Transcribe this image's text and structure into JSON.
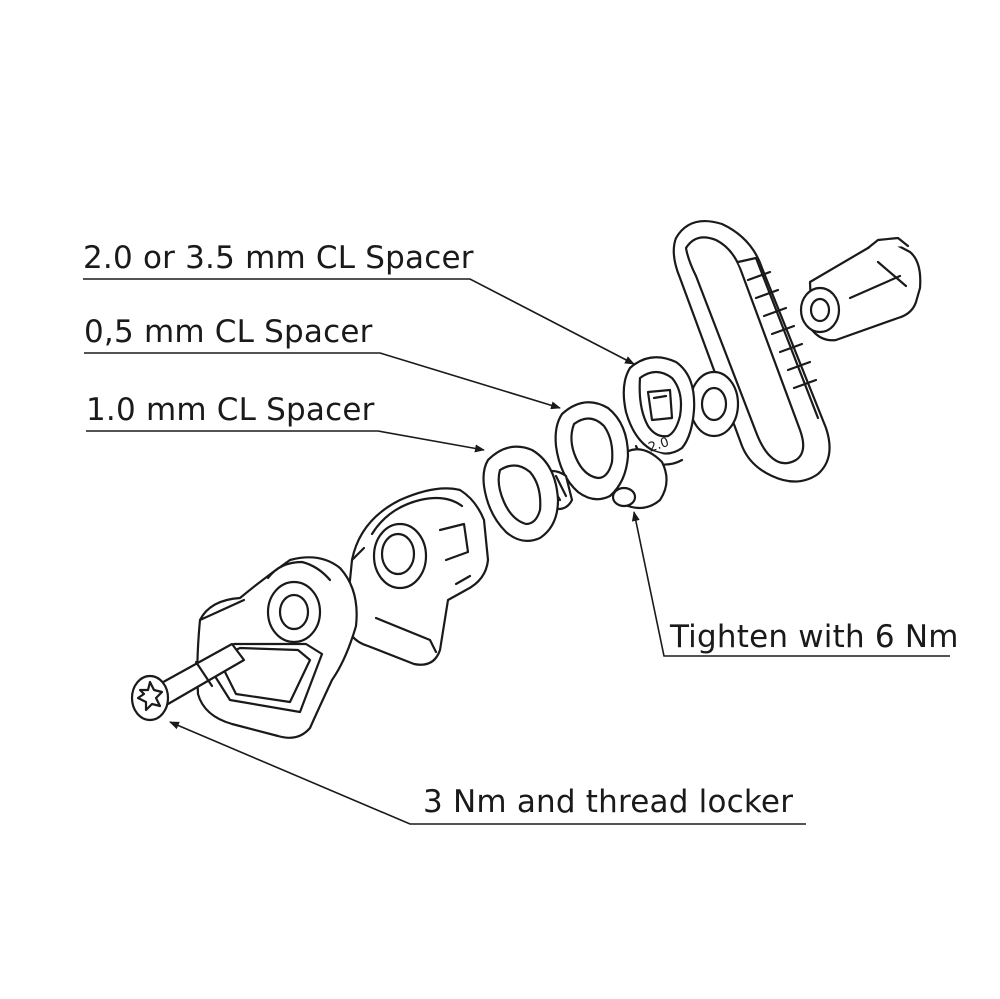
{
  "callouts": {
    "spacer_20_35": "2.0 or 3.5 mm CL Spacer",
    "spacer_05": "0,5 mm CL Spacer",
    "spacer_10": "1.0 mm CL Spacer",
    "tighten": "Tighten with 6 Nm",
    "thread_locker": "3 Nm and thread locker"
  },
  "part_marks": {
    "spacer_thickness": "2.0"
  },
  "colors": {
    "line": "#1a1a1a",
    "fill": "#ffffff"
  }
}
